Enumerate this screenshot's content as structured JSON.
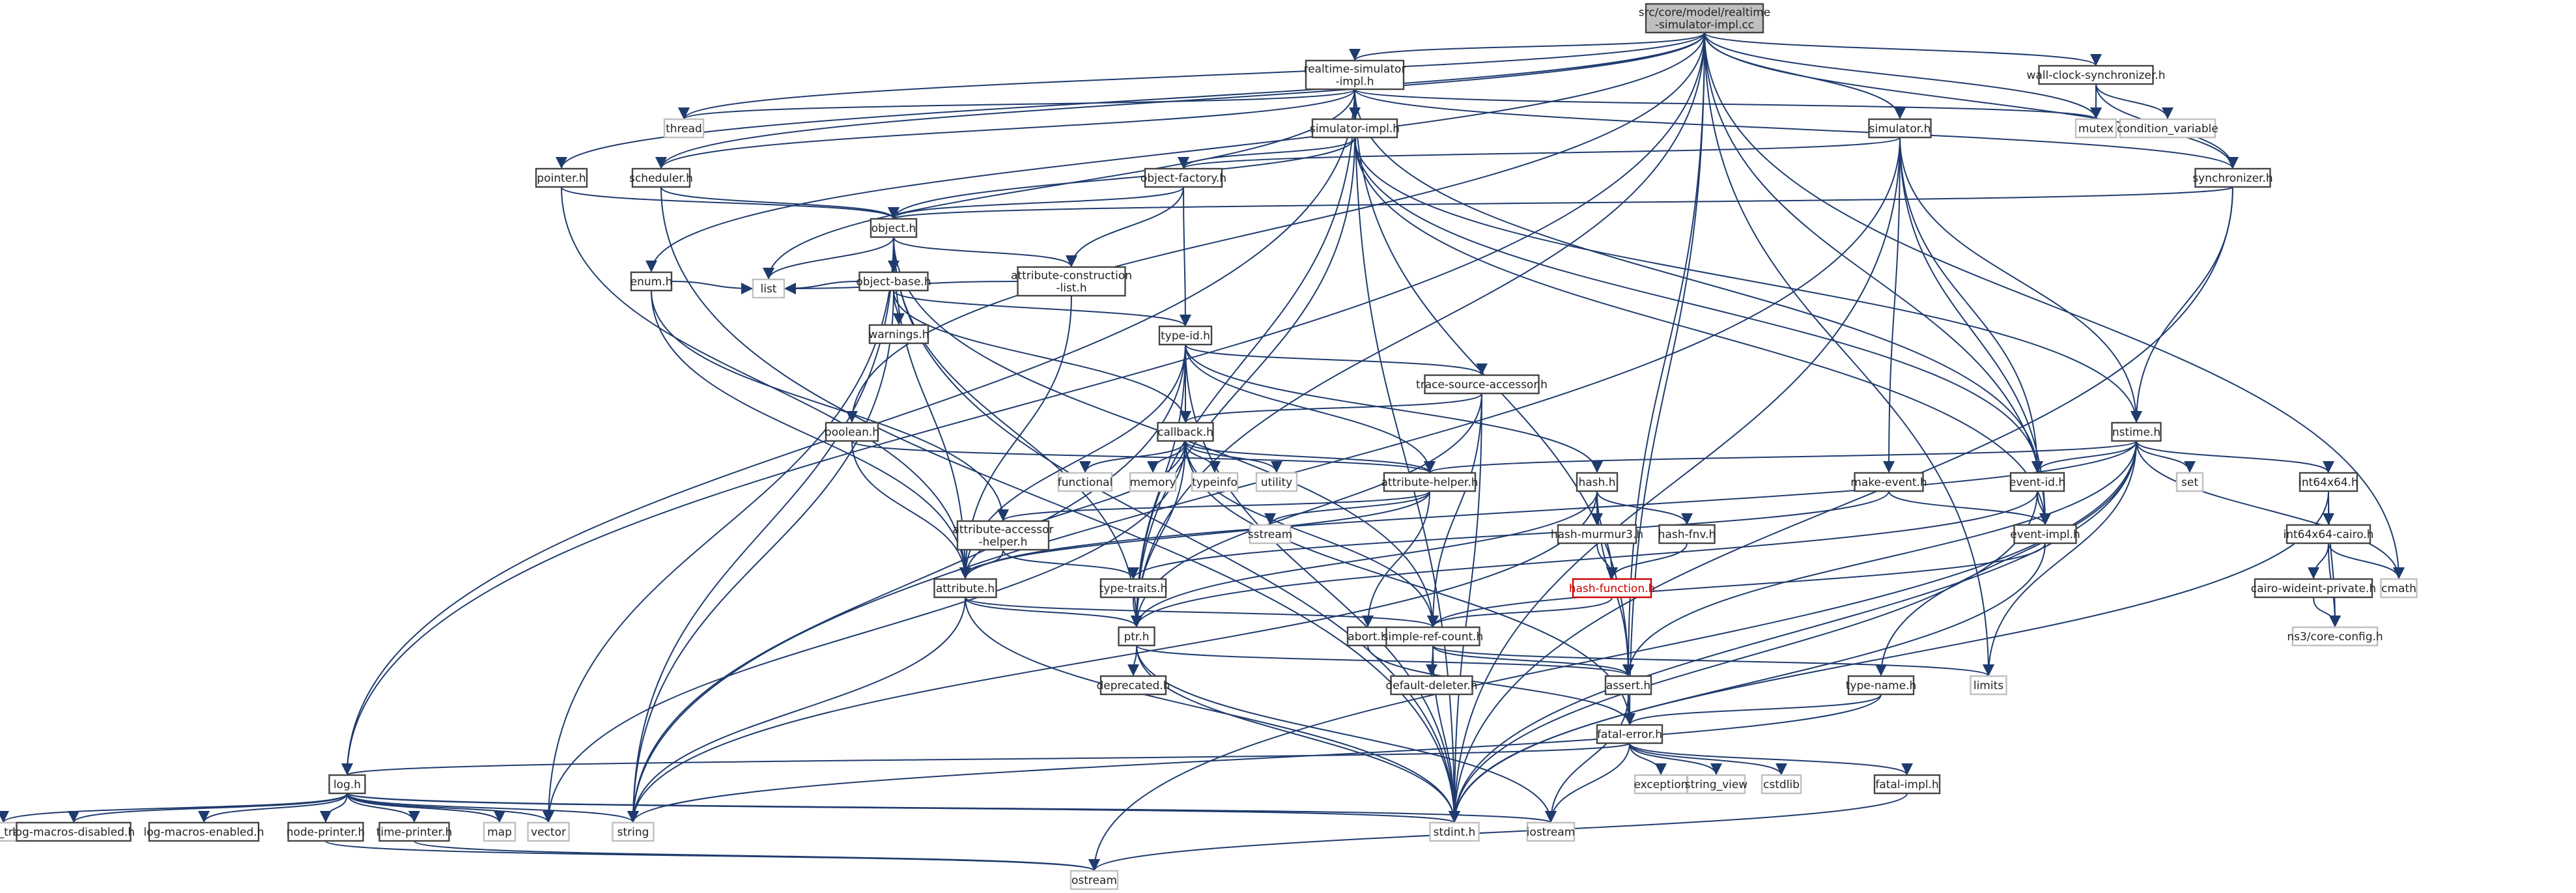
{
  "nodes": [
    {
      "id": "root",
      "lines": [
        "src/core/model/realtime",
        "-simulator-impl.cc"
      ],
      "style": "root"
    },
    {
      "id": "rt_sim_impl_h",
      "lines": [
        "realtime-simulator",
        "-impl.h"
      ],
      "style": "boxed"
    },
    {
      "id": "wall_clock_sync_h",
      "lines": [
        "wall-clock-synchronizer.h"
      ],
      "style": "boxed"
    },
    {
      "id": "thread",
      "lines": [
        "thread"
      ],
      "style": "plain"
    },
    {
      "id": "mutex",
      "lines": [
        "mutex"
      ],
      "style": "plain"
    },
    {
      "id": "condition_variable",
      "lines": [
        "condition_variable"
      ],
      "style": "plain"
    },
    {
      "id": "simulator_impl_h",
      "lines": [
        "simulator-impl.h"
      ],
      "style": "boxed"
    },
    {
      "id": "simulator_h",
      "lines": [
        "simulator.h"
      ],
      "style": "boxed"
    },
    {
      "id": "synchronizer_h",
      "lines": [
        "synchronizer.h"
      ],
      "style": "boxed"
    },
    {
      "id": "pointer_h",
      "lines": [
        "pointer.h"
      ],
      "style": "boxed"
    },
    {
      "id": "scheduler_h",
      "lines": [
        "scheduler.h"
      ],
      "style": "boxed"
    },
    {
      "id": "object_factory_h",
      "lines": [
        "object-factory.h"
      ],
      "style": "boxed"
    },
    {
      "id": "object_h",
      "lines": [
        "object.h"
      ],
      "style": "boxed"
    },
    {
      "id": "enum_h",
      "lines": [
        "enum.h"
      ],
      "style": "boxed"
    },
    {
      "id": "object_base_h",
      "lines": [
        "object-base.h"
      ],
      "style": "boxed"
    },
    {
      "id": "attr_construction_list_h",
      "lines": [
        "attribute-construction",
        "-list.h"
      ],
      "style": "boxed"
    },
    {
      "id": "list",
      "lines": [
        "list"
      ],
      "style": "plain"
    },
    {
      "id": "warnings_h",
      "lines": [
        "warnings.h"
      ],
      "style": "boxed"
    },
    {
      "id": "type_id_h",
      "lines": [
        "type-id.h"
      ],
      "style": "boxed"
    },
    {
      "id": "trace_source_accessor_h",
      "lines": [
        "trace-source-accessor.h"
      ],
      "style": "boxed"
    },
    {
      "id": "boolean_h",
      "lines": [
        "boolean.h"
      ],
      "style": "boxed"
    },
    {
      "id": "callback_h",
      "lines": [
        "callback.h"
      ],
      "style": "boxed"
    },
    {
      "id": "nstime_h",
      "lines": [
        "nstime.h"
      ],
      "style": "boxed"
    },
    {
      "id": "functional",
      "lines": [
        "functional"
      ],
      "style": "plain"
    },
    {
      "id": "memory",
      "lines": [
        "memory"
      ],
      "style": "plain"
    },
    {
      "id": "typeinfo",
      "lines": [
        "typeinfo"
      ],
      "style": "plain"
    },
    {
      "id": "utility",
      "lines": [
        "utility"
      ],
      "style": "plain"
    },
    {
      "id": "attribute_helper_h",
      "lines": [
        "attribute-helper.h"
      ],
      "style": "boxed"
    },
    {
      "id": "hash_h",
      "lines": [
        "hash.h"
      ],
      "style": "boxed"
    },
    {
      "id": "make_event_h",
      "lines": [
        "make-event.h"
      ],
      "style": "boxed"
    },
    {
      "id": "event_id_h",
      "lines": [
        "event-id.h"
      ],
      "style": "boxed"
    },
    {
      "id": "set",
      "lines": [
        "set"
      ],
      "style": "plain"
    },
    {
      "id": "int64x64_h",
      "lines": [
        "int64x64.h"
      ],
      "style": "boxed"
    },
    {
      "id": "sstream",
      "lines": [
        "sstream"
      ],
      "style": "plain"
    },
    {
      "id": "attr_accessor_helper_h",
      "lines": [
        "attribute-accessor",
        "-helper.h"
      ],
      "style": "boxed"
    },
    {
      "id": "hash_murmur3_h",
      "lines": [
        "hash-murmur3.h"
      ],
      "style": "boxed"
    },
    {
      "id": "hash_fnv_h",
      "lines": [
        "hash-fnv.h"
      ],
      "style": "boxed"
    },
    {
      "id": "event_impl_h",
      "lines": [
        "event-impl.h"
      ],
      "style": "boxed"
    },
    {
      "id": "int64x64_cairo_h",
      "lines": [
        "int64x64-cairo.h"
      ],
      "style": "boxed"
    },
    {
      "id": "cmath",
      "lines": [
        "cmath"
      ],
      "style": "plain"
    },
    {
      "id": "attribute_h",
      "lines": [
        "attribute.h"
      ],
      "style": "boxed"
    },
    {
      "id": "type_traits_h",
      "lines": [
        "type-traits.h"
      ],
      "style": "boxed"
    },
    {
      "id": "hash_function_h",
      "lines": [
        "hash-function.h"
      ],
      "style": "error"
    },
    {
      "id": "cairo_wideint_private_h",
      "lines": [
        "cairo-wideint-private.h"
      ],
      "style": "boxed"
    },
    {
      "id": "ptr_h",
      "lines": [
        "ptr.h"
      ],
      "style": "boxed"
    },
    {
      "id": "abort_h",
      "lines": [
        "abort.h"
      ],
      "style": "boxed"
    },
    {
      "id": "simple_ref_count_h",
      "lines": [
        "simple-ref-count.h"
      ],
      "style": "boxed"
    },
    {
      "id": "ns3_core_config_h",
      "lines": [
        "ns3/core-config.h"
      ],
      "style": "plain"
    },
    {
      "id": "limits",
      "lines": [
        "limits"
      ],
      "style": "plain"
    },
    {
      "id": "deprecated_h",
      "lines": [
        "deprecated.h"
      ],
      "style": "boxed"
    },
    {
      "id": "default_deleter_h",
      "lines": [
        "default-deleter.h"
      ],
      "style": "boxed"
    },
    {
      "id": "assert_h",
      "lines": [
        "assert.h"
      ],
      "style": "boxed"
    },
    {
      "id": "type_name_h",
      "lines": [
        "type-name.h"
      ],
      "style": "boxed"
    },
    {
      "id": "fatal_error_h",
      "lines": [
        "fatal-error.h"
      ],
      "style": "boxed"
    },
    {
      "id": "log_h",
      "lines": [
        "log.h"
      ],
      "style": "boxed"
    },
    {
      "id": "exception",
      "lines": [
        "exception"
      ],
      "style": "plain"
    },
    {
      "id": "string_view",
      "lines": [
        "string_view"
      ],
      "style": "plain"
    },
    {
      "id": "cstdlib",
      "lines": [
        "cstdlib"
      ],
      "style": "plain"
    },
    {
      "id": "fatal_impl_h",
      "lines": [
        "fatal-impl.h"
      ],
      "style": "boxed"
    },
    {
      "id": "type_traits",
      "lines": [
        "type_traits"
      ],
      "style": "plain"
    },
    {
      "id": "log_macros_disabled_h",
      "lines": [
        "log-macros-disabled.h"
      ],
      "style": "boxed"
    },
    {
      "id": "log_macros_enabled_h",
      "lines": [
        "log-macros-enabled.h"
      ],
      "style": "boxed"
    },
    {
      "id": "node_printer_h",
      "lines": [
        "node-printer.h"
      ],
      "style": "boxed"
    },
    {
      "id": "time_printer_h",
      "lines": [
        "time-printer.h"
      ],
      "style": "boxed"
    },
    {
      "id": "map",
      "lines": [
        "map"
      ],
      "style": "plain"
    },
    {
      "id": "vector",
      "lines": [
        "vector"
      ],
      "style": "plain"
    },
    {
      "id": "string",
      "lines": [
        "string"
      ],
      "style": "plain"
    },
    {
      "id": "stdint_h",
      "lines": [
        "stdint.h"
      ],
      "style": "plain"
    },
    {
      "id": "iostream",
      "lines": [
        "iostream"
      ],
      "style": "plain"
    },
    {
      "id": "ostream",
      "lines": [
        "ostream"
      ],
      "style": "plain"
    }
  ],
  "edges": [
    [
      "root",
      "rt_sim_impl_h"
    ],
    [
      "root",
      "wall_clock_sync_h"
    ],
    [
      "root",
      "mutex"
    ],
    [
      "root",
      "simulator_h"
    ],
    [
      "root",
      "synchronizer_h"
    ],
    [
      "root",
      "pointer_h"
    ],
    [
      "root",
      "scheduler_h"
    ],
    [
      "root",
      "thread"
    ],
    [
      "root",
      "enum_h"
    ],
    [
      "root",
      "boolean_h"
    ],
    [
      "root",
      "assert_h"
    ],
    [
      "root",
      "log_h"
    ],
    [
      "root",
      "ptr_h"
    ],
    [
      "root",
      "event_impl_h"
    ],
    [
      "root",
      "cmath"
    ],
    [
      "root",
      "fatal_error_h"
    ],
    [
      "root",
      "limits"
    ],
    [
      "wall_clock_sync_h",
      "mutex"
    ],
    [
      "wall_clock_sync_h",
      "condition_variable"
    ],
    [
      "wall_clock_sync_h",
      "synchronizer_h"
    ],
    [
      "rt_sim_impl_h",
      "thread"
    ],
    [
      "rt_sim_impl_h",
      "mutex"
    ],
    [
      "rt_sim_impl_h",
      "simulator_impl_h"
    ],
    [
      "rt_sim_impl_h",
      "synchronizer_h"
    ],
    [
      "rt_sim_impl_h",
      "scheduler_h"
    ],
    [
      "rt_sim_impl_h",
      "list"
    ],
    [
      "rt_sim_impl_h",
      "event_id_h"
    ],
    [
      "rt_sim_impl_h",
      "log_h"
    ],
    [
      "rt_sim_impl_h",
      "assert_h"
    ],
    [
      "rt_sim_impl_h",
      "ptr_h"
    ],
    [
      "rt_sim_impl_h",
      "stdint_h"
    ],
    [
      "simulator_impl_h",
      "object_factory_h"
    ],
    [
      "simulator_impl_h",
      "object_h"
    ],
    [
      "simulator_impl_h",
      "event_impl_h"
    ],
    [
      "simulator_impl_h",
      "nstime_h"
    ],
    [
      "simulator_impl_h",
      "event_id_h"
    ],
    [
      "simulator_impl_h",
      "ptr_h"
    ],
    [
      "simulator_h",
      "object_factory_h"
    ],
    [
      "simulator_h",
      "nstime_h"
    ],
    [
      "simulator_h",
      "event_id_h"
    ],
    [
      "simulator_h",
      "event_impl_h"
    ],
    [
      "simulator_h",
      "make_event_h"
    ],
    [
      "simulator_h",
      "stdint_h"
    ],
    [
      "simulator_h",
      "string"
    ],
    [
      "synchronizer_h",
      "object_h"
    ],
    [
      "synchronizer_h",
      "nstime_h"
    ],
    [
      "synchronizer_h",
      "stdint_h"
    ],
    [
      "pointer_h",
      "object_h"
    ],
    [
      "pointer_h",
      "attribute_h"
    ],
    [
      "scheduler_h",
      "object_h"
    ],
    [
      "scheduler_h",
      "stdint_h"
    ],
    [
      "object_factory_h",
      "object_h"
    ],
    [
      "object_factory_h",
      "attr_construction_list_h"
    ],
    [
      "object_factory_h",
      "type_id_h"
    ],
    [
      "object_h",
      "object_base_h"
    ],
    [
      "object_h",
      "attr_construction_list_h"
    ],
    [
      "object_h",
      "list"
    ],
    [
      "object_h",
      "attribute_h"
    ],
    [
      "object_h",
      "ptr_h"
    ],
    [
      "object_h",
      "simple_ref_count_h"
    ],
    [
      "object_h",
      "string"
    ],
    [
      "object_h",
      "vector"
    ],
    [
      "object_h",
      "stdint_h"
    ],
    [
      "enum_h",
      "list"
    ],
    [
      "enum_h",
      "attribute_h"
    ],
    [
      "enum_h",
      "attr_accessor_helper_h"
    ],
    [
      "object_base_h",
      "type_id_h"
    ],
    [
      "object_base_h",
      "callback_h"
    ],
    [
      "object_base_h",
      "list"
    ],
    [
      "object_base_h",
      "warnings_h"
    ],
    [
      "object_base_h",
      "string"
    ],
    [
      "attr_construction_list_h",
      "attribute_h"
    ],
    [
      "attr_construction_list_h",
      "list"
    ],
    [
      "type_id_h",
      "attribute_h"
    ],
    [
      "type_id_h",
      "attribute_helper_h"
    ],
    [
      "type_id_h",
      "callback_h"
    ],
    [
      "type_id_h",
      "hash_h"
    ],
    [
      "type_id_h",
      "trace_source_accessor_h"
    ],
    [
      "type_id_h",
      "ptr_h"
    ],
    [
      "type_id_h",
      "string"
    ],
    [
      "type_id_h",
      "stdint_h"
    ],
    [
      "trace_source_accessor_h",
      "callback_h"
    ],
    [
      "trace_source_accessor_h",
      "ptr_h"
    ],
    [
      "trace_source_accessor_h",
      "simple_ref_count_h"
    ],
    [
      "trace_source_accessor_h",
      "stdint_h"
    ],
    [
      "boolean_h",
      "attribute_h"
    ],
    [
      "boolean_h",
      "attribute_helper_h"
    ],
    [
      "callback_h",
      "attribute_h"
    ],
    [
      "callback_h",
      "attribute_helper_h"
    ],
    [
      "callback_h",
      "simple_ref_count_h"
    ],
    [
      "callback_h",
      "functional"
    ],
    [
      "callback_h",
      "memory"
    ],
    [
      "callback_h",
      "typeinfo"
    ],
    [
      "callback_h",
      "utility"
    ],
    [
      "callback_h",
      "vector"
    ],
    [
      "callback_h",
      "ptr_h"
    ],
    [
      "callback_h",
      "fatal_error_h"
    ],
    [
      "nstime_h",
      "attribute_h"
    ],
    [
      "nstime_h",
      "attribute_helper_h"
    ],
    [
      "nstime_h",
      "event_id_h"
    ],
    [
      "nstime_h",
      "int64x64_h"
    ],
    [
      "nstime_h",
      "type_name_h"
    ],
    [
      "nstime_h",
      "cmath"
    ],
    [
      "nstime_h",
      "set"
    ],
    [
      "nstime_h",
      "limits"
    ],
    [
      "nstime_h",
      "ostream"
    ],
    [
      "nstime_h",
      "stdint_h"
    ],
    [
      "nstime_h",
      "assert_h"
    ],
    [
      "attribute_helper_h",
      "attr_accessor_helper_h"
    ],
    [
      "attribute_helper_h",
      "abort_h"
    ],
    [
      "attribute_helper_h",
      "sstream"
    ],
    [
      "attribute_helper_h",
      "attribute_h"
    ],
    [
      "hash_h",
      "hash_murmur3_h"
    ],
    [
      "hash_h",
      "hash_fnv_h"
    ],
    [
      "hash_h",
      "hash_function_h"
    ],
    [
      "hash_h",
      "assert_h"
    ],
    [
      "hash_h",
      "ptr_h"
    ],
    [
      "hash_h",
      "string"
    ],
    [
      "make_event_h",
      "event_impl_h"
    ],
    [
      "make_event_h",
      "type_traits_h"
    ],
    [
      "event_id_h",
      "event_impl_h"
    ],
    [
      "event_id_h",
      "ptr_h"
    ],
    [
      "event_id_h",
      "stdint_h"
    ],
    [
      "int64x64_h",
      "int64x64_cairo_h"
    ],
    [
      "int64x64_h",
      "ns3_core_config_h"
    ],
    [
      "int64x64_h",
      "stdint_h"
    ],
    [
      "attr_accessor_helper_h",
      "attribute_h"
    ],
    [
      "attr_accessor_helper_h",
      "type_traits_h"
    ],
    [
      "hash_murmur3_h",
      "hash_function_h"
    ],
    [
      "hash_fnv_h",
      "hash_function_h"
    ],
    [
      "hash_function_h",
      "simple_ref_count_h"
    ],
    [
      "event_impl_h",
      "simple_ref_count_h"
    ],
    [
      "event_impl_h",
      "stdint_h"
    ],
    [
      "int64x64_cairo_h",
      "cairo_wideint_private_h"
    ],
    [
      "int64x64_cairo_h",
      "ns3_core_config_h"
    ],
    [
      "int64x64_cairo_h",
      "cmath"
    ],
    [
      "cairo_wideint_private_h",
      "ns3_core_config_h"
    ],
    [
      "attribute_h",
      "ptr_h"
    ],
    [
      "attribute_h",
      "simple_ref_count_h"
    ],
    [
      "attribute_h",
      "string"
    ],
    [
      "attribute_h",
      "stdint_h"
    ],
    [
      "type_traits_h",
      "ptr_h"
    ],
    [
      "ptr_h",
      "deprecated_h"
    ],
    [
      "ptr_h",
      "assert_h"
    ],
    [
      "ptr_h",
      "iostream"
    ],
    [
      "ptr_h",
      "stdint_h"
    ],
    [
      "abort_h",
      "fatal_error_h"
    ],
    [
      "simple_ref_count_h",
      "default_deleter_h"
    ],
    [
      "simple_ref_count_h",
      "assert_h"
    ],
    [
      "simple_ref_count_h",
      "limits"
    ],
    [
      "simple_ref_count_h",
      "stdint_h"
    ],
    [
      "assert_h",
      "fatal_error_h"
    ],
    [
      "assert_h",
      "iostream"
    ],
    [
      "type_name_h",
      "fatal_error_h"
    ],
    [
      "type_name_h",
      "string"
    ],
    [
      "fatal_error_h",
      "fatal_impl_h"
    ],
    [
      "fatal_error_h",
      "log_h"
    ],
    [
      "fatal_error_h",
      "exception"
    ],
    [
      "fatal_error_h",
      "string_view"
    ],
    [
      "fatal_error_h",
      "cstdlib"
    ],
    [
      "fatal_error_h",
      "iostream"
    ],
    [
      "fatal_impl_h",
      "ostream"
    ],
    [
      "log_h",
      "log_macros_disabled_h"
    ],
    [
      "log_h",
      "log_macros_enabled_h"
    ],
    [
      "log_h",
      "node_printer_h"
    ],
    [
      "log_h",
      "time_printer_h"
    ],
    [
      "log_h",
      "type_traits"
    ],
    [
      "log_h",
      "map"
    ],
    [
      "log_h",
      "vector"
    ],
    [
      "log_h",
      "string"
    ],
    [
      "log_h",
      "stdint_h"
    ],
    [
      "log_h",
      "iostream"
    ],
    [
      "node_printer_h",
      "ostream"
    ],
    [
      "time_printer_h",
      "ostream"
    ]
  ]
}
